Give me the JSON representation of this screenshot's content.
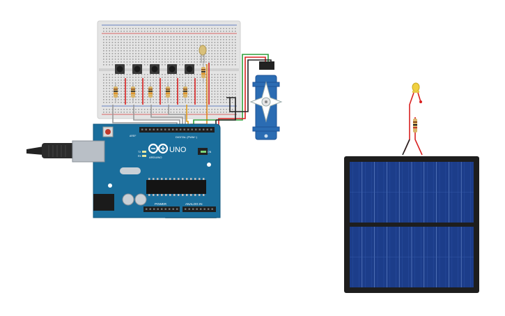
{
  "arduino": {
    "brand_label": "ARDUINO",
    "model_label": "UNO",
    "digital_label": "DIGITAL (PWM~)",
    "analog_label": "ANALOG IN",
    "power_label": "POWER",
    "tx_label": "TX",
    "rx_label": "RX",
    "on_label": "ON",
    "l_label": "L",
    "aref_label": "AREF"
  },
  "breadboard": {
    "pushbutton_count": 5,
    "resistor_count": 6,
    "led_count": 1
  },
  "servo": {
    "present": true
  },
  "solar_panel": {
    "led_count": 1,
    "resistor_count": 1,
    "columns": 10,
    "rows": 2
  },
  "colors": {
    "arduino_blue": "#1a6e9c",
    "breadboard_body": "#e8e8e8",
    "breadboard_red_rail": "#d33b3b",
    "breadboard_blue_rail": "#3a5fb5",
    "servo_blue": "#2b6cb3",
    "panel_cell": "#1c3d8a",
    "panel_frame": "#1e1e1e",
    "wire_red": "#d92020",
    "wire_black": "#222222",
    "wire_green": "#2e9e3a",
    "wire_orange": "#e08a1e",
    "wire_gray": "#9a9a9a",
    "led_yellow": "#f0d040"
  }
}
